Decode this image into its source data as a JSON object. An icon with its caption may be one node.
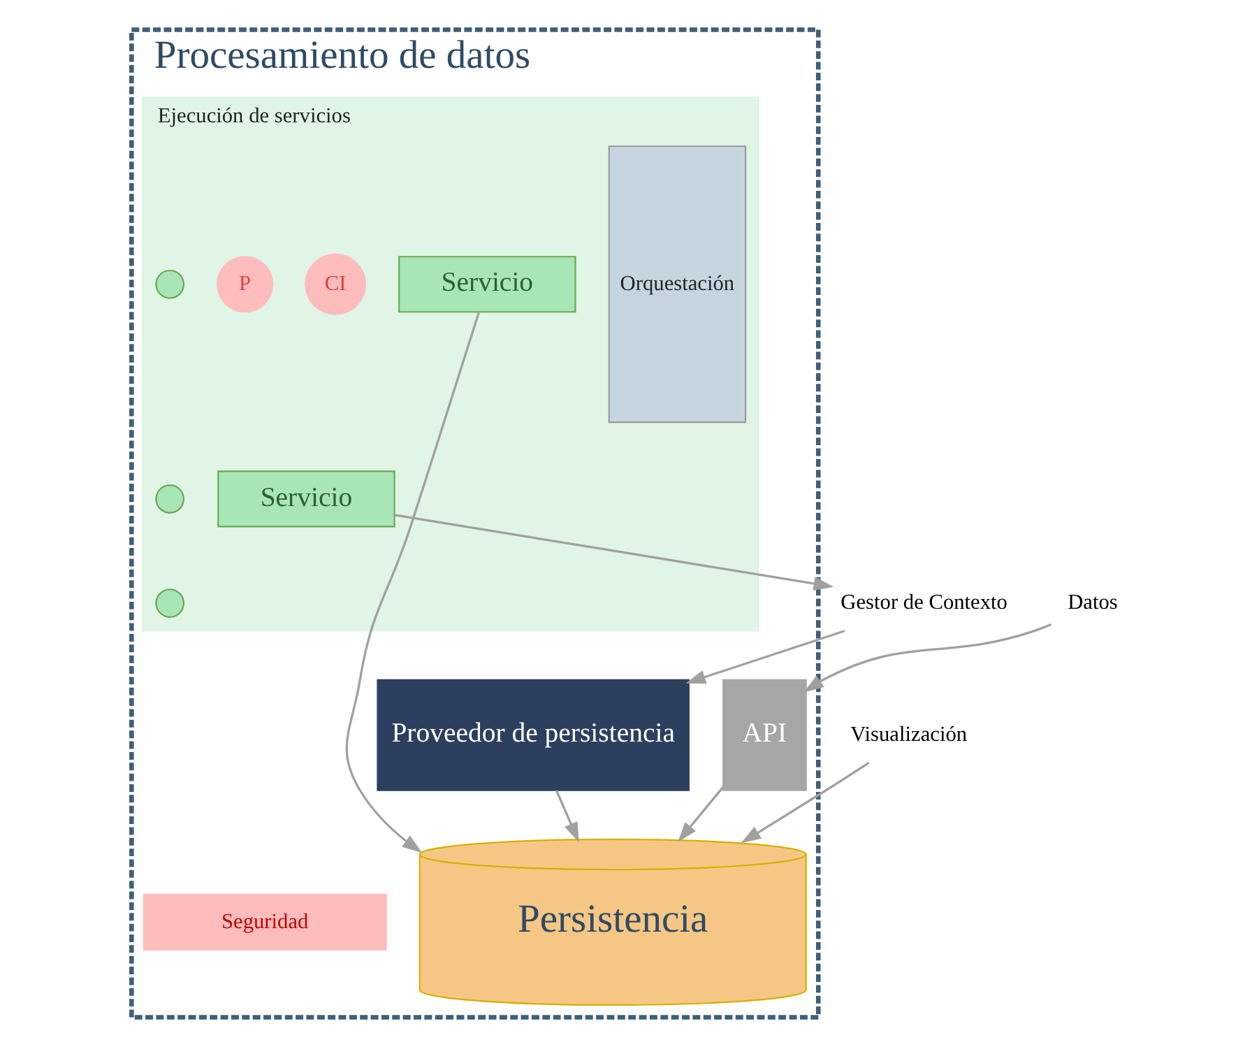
{
  "diagram": {
    "nodes": [
      {
        "text": [
          "Procesamiento de datos"
        ]
      },
      {
        "text": [
          "Ejecución de servicios"
        ],
        "in": 0
      },
      {
        "text": [
          "Orquestación"
        ],
        "in": 1
      },
      {
        "text": [
          "Servicio"
        ],
        "in": 1
      },
      {
        "text": [
          "CI"
        ],
        "in": 1
      },
      {
        "text": [
          "Servicio"
        ],
        "in": 1
      },
      {
        "text": [
          "P"
        ],
        "in": 1
      },
      {
        "text": [],
        "shape": "circle",
        "in": 1
      },
      {
        "text": [],
        "shape": "circle",
        "in": 1
      },
      {
        "text": [],
        "shape": "circle",
        "in": 1
      },
      {
        "text": [
          "Persistencia"
        ],
        "in": 0
      },
      {
        "text": [
          "Proveedor de persistencia"
        ],
        "in": 0
      },
      {
        "text": [
          "API"
        ],
        "in": 0
      },
      {
        "text": [
          "Seguridad"
        ],
        "in": 0
      },
      {
        "text": [
          "Visualización"
        ]
      },
      {
        "text": [
          "Gestor de Contexto"
        ]
      },
      {
        "text": [
          "Datos"
        ]
      }
    ],
    "edges": [
      {
        "from": 14,
        "to": 10,
        "arrow": "to"
      },
      {
        "from": 3,
        "to": 10,
        "arrow": "to"
      },
      {
        "from": 5,
        "to": 15,
        "arrow": "to"
      },
      {
        "from": 15,
        "to": 11,
        "arrow": "to"
      },
      {
        "from": 11,
        "to": 10,
        "arrow": "to"
      },
      {
        "from": 16,
        "to": 12,
        "arrow": "to"
      },
      {
        "from": 12,
        "to": 10,
        "arrow": "to"
      }
    ]
  }
}
